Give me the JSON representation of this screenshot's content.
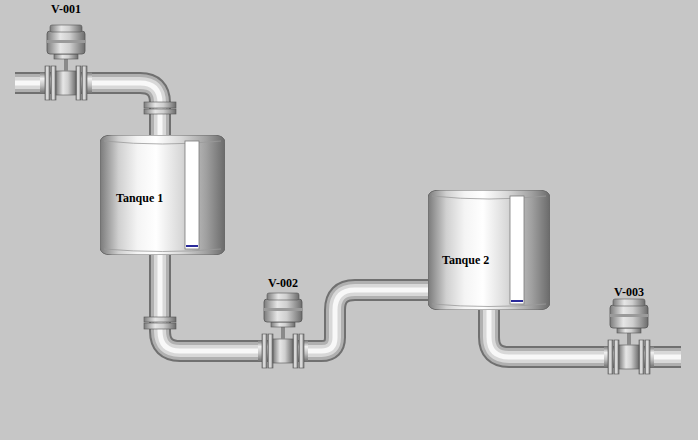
{
  "diagram": {
    "nodes": [
      {
        "text": [
          "V-001"
        ]
      },
      {
        "text": [
          "Tanque 1"
        ]
      },
      {
        "text": [
          "V-002"
        ]
      },
      {
        "text": [
          "Tanque 2"
        ]
      },
      {
        "text": [
          "V-003"
        ]
      }
    ],
    "edges": [
      {
        "from": 0,
        "to": 1,
        "arrow": "none"
      },
      {
        "from": 1,
        "to": 2,
        "arrow": "none"
      },
      {
        "from": 2,
        "to": 3,
        "arrow": "none"
      },
      {
        "from": 3,
        "to": 4,
        "arrow": "none"
      }
    ]
  }
}
